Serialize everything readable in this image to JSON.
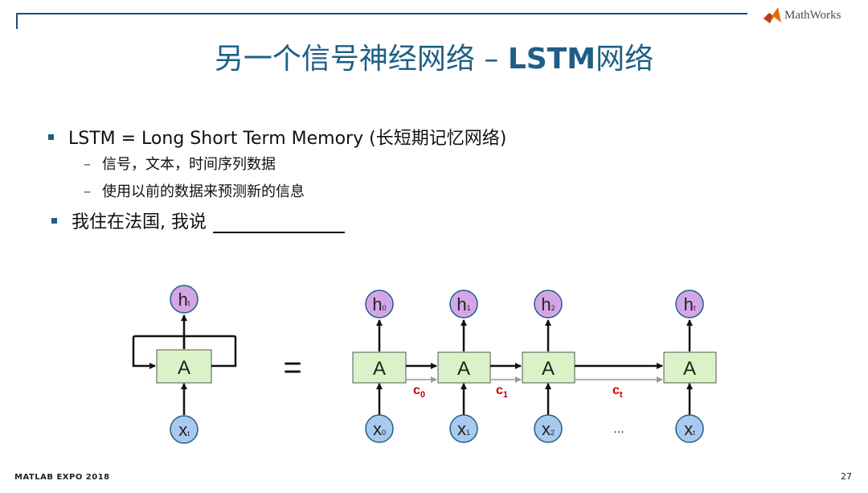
{
  "title": {
    "main": "另一个信号神经网络 – ",
    "bold": "LSTM",
    "tail": "网络"
  },
  "bullets": [
    {
      "text": "LSTM = Long Short Term Memory (长短期记忆网络)"
    },
    {
      "text": "我住在法国, 我说"
    }
  ],
  "sub_bullets": [
    "信号，文本，时间序列数据",
    "使用以前的数据来预测新的信息"
  ],
  "logo": {
    "text": "MathWorks",
    "mark": "mathworks-membrane-icon"
  },
  "diagram": {
    "cell_label": "A",
    "equals": "=",
    "left": {
      "h": "h",
      "h_sub": "t",
      "x": "x",
      "x_sub": "t"
    },
    "unrolled": [
      {
        "h": "h",
        "h_sub": "0",
        "x": "x",
        "x_sub": "0"
      },
      {
        "h": "h",
        "h_sub": "1",
        "x": "x",
        "x_sub": "1"
      },
      {
        "h": "h",
        "h_sub": "2",
        "x": "x",
        "x_sub": "2"
      },
      {
        "h": "h",
        "h_sub": "t",
        "x": "x",
        "x_sub": "t"
      }
    ],
    "cell_states": [
      {
        "c": "c",
        "sub": "0"
      },
      {
        "c": "c",
        "sub": "1"
      },
      {
        "c": "c",
        "sub": "t"
      }
    ],
    "ellipsis": "...",
    "colors": {
      "cell_fill": "#d9f2c7",
      "h_fill": "#d4a6e6",
      "x_fill": "#a9c9ef",
      "c_label": "#c00000"
    }
  },
  "footer": "MATLAB EXPO 2018",
  "page_number": "27"
}
